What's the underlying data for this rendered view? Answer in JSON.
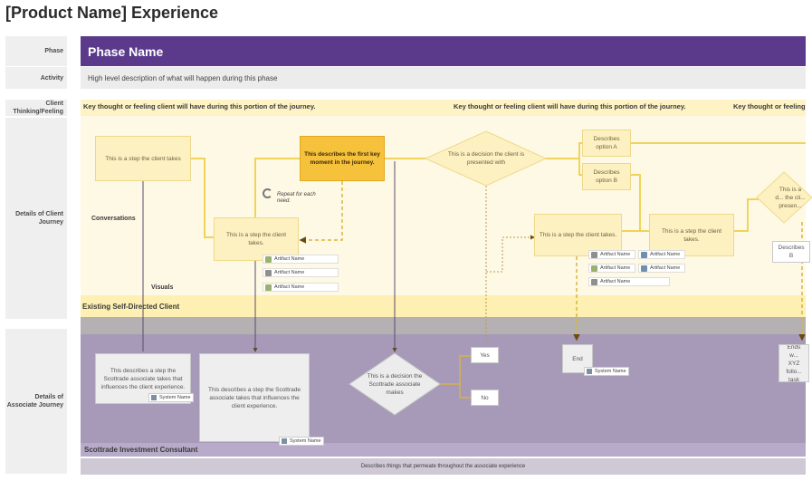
{
  "title": "[Product Name] Experience",
  "row_labels": {
    "phase": "Phase",
    "activity": "Activity",
    "thinking": "Client Thinking/Feeling",
    "client_journey": "Details of Client Journey",
    "associate_journey": "Details of Associate Journey"
  },
  "phase_name": "Phase Name",
  "activity_text": "High level description of what will happen during this phase",
  "thinking": [
    "Key thought or feeling client will have during this portion of the journey.",
    "Key thought or feeling client will have during this portion of the journey.",
    "Key thought or feeling client will have during this portion of the journey."
  ],
  "sections": {
    "conversations": "Conversations",
    "visuals": "Visuals",
    "existing_client": "Existing Self-Directed Client",
    "consultant": "Scottrade Investment Consultant"
  },
  "client_steps": {
    "step1": "This is a step the client takes",
    "step2": "This is a step the client takes.",
    "step3": "This is a step the client takes.",
    "step4": "This is a step the client takes.",
    "key_moment": "This describes the first key moment in the journey.",
    "decision": "This is a decision the client is presented with",
    "option_a": "Describes option A",
    "option_b": "Describes option B",
    "decision_cut": "This is a d... the cli... presen...",
    "describes_cut": "Describes B"
  },
  "repeat_label": "Repeat for each need.",
  "artifact_label": "Artifact Name",
  "system_label": "System Name",
  "associate_steps": {
    "step1": "This describes a step the Scottrade associate takes that influences the client experience.",
    "step2": "This describes a step the Scottrade associate takes that influences the client experience.",
    "decision": "This is a decision the Scottrade associate makes",
    "yes": "Yes",
    "no": "No",
    "end": "End",
    "ends_cut": "Ends w... XYZ follo... task"
  },
  "bottom_text": "Describes things that permeate throughout the associate experience"
}
